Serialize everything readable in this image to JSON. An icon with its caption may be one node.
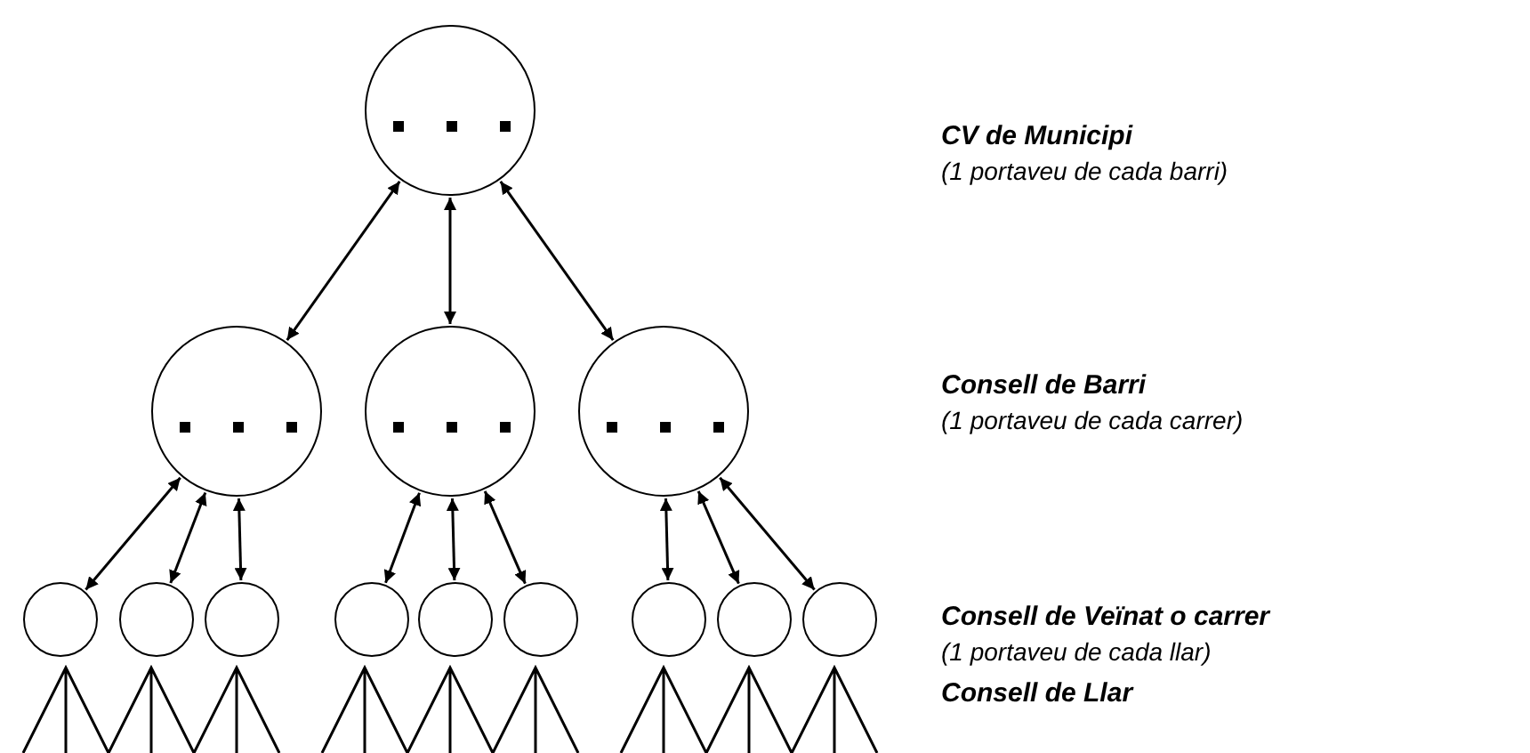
{
  "diagram": {
    "nodes": [
      {
        "text": [],
        "shape": "circle"
      },
      {
        "text": [],
        "shape": "circle"
      },
      {
        "text": [],
        "shape": "circle"
      },
      {
        "text": [],
        "shape": "circle"
      },
      {
        "text": [],
        "shape": "circle"
      },
      {
        "text": [],
        "shape": "circle"
      },
      {
        "text": [],
        "shape": "circle"
      },
      {
        "text": [],
        "shape": "circle"
      },
      {
        "text": [],
        "shape": "circle"
      },
      {
        "text": [],
        "shape": "circle"
      },
      {
        "text": [],
        "shape": "circle"
      },
      {
        "text": [],
        "shape": "circle"
      },
      {
        "text": [],
        "shape": "circle"
      }
    ],
    "edges": [
      {
        "from": 0,
        "to": 1,
        "arrow": "both"
      },
      {
        "from": 0,
        "to": 2,
        "arrow": "both"
      },
      {
        "from": 0,
        "to": 3,
        "arrow": "both"
      },
      {
        "from": 1,
        "to": 4,
        "arrow": "both"
      },
      {
        "from": 1,
        "to": 5,
        "arrow": "both"
      },
      {
        "from": 1,
        "to": 6,
        "arrow": "both"
      },
      {
        "from": 2,
        "to": 7,
        "arrow": "both"
      },
      {
        "from": 2,
        "to": 8,
        "arrow": "both"
      },
      {
        "from": 2,
        "to": 9,
        "arrow": "both"
      },
      {
        "from": 3,
        "to": 10,
        "arrow": "both"
      },
      {
        "from": 3,
        "to": 11,
        "arrow": "both"
      },
      {
        "from": 3,
        "to": 12,
        "arrow": "both"
      }
    ],
    "labels": [
      "CV de Municipi",
      "(1 portaveu de cada barri)",
      "Consell de Barri",
      "(1 portaveu de cada carrer)",
      "Consell de Veïnat o carrer",
      "(1 portaveu de cada llar)",
      "Consell de Llar"
    ]
  }
}
